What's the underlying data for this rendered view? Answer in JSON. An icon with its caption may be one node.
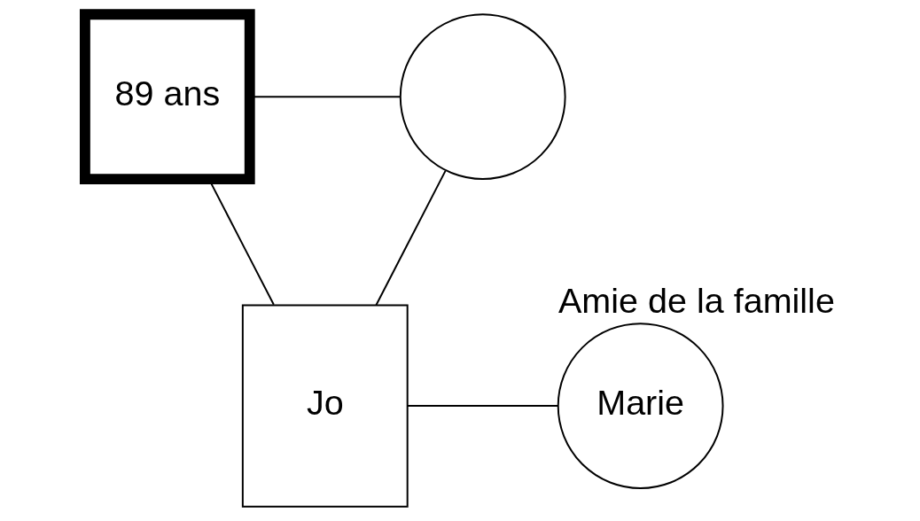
{
  "diagram": {
    "nodes": [
      {
        "text": [
          "89 ans"
        ]
      },
      {
        "text": [],
        "shape": "circle"
      },
      {
        "text": [
          "Jo"
        ]
      },
      {
        "text": [
          "Marie"
        ],
        "beside": [
          "Amie de la famille"
        ]
      }
    ],
    "edges": [
      {
        "from": 0,
        "to": 1,
        "arrow": "none"
      },
      {
        "from": 0,
        "to": 2,
        "arrow": "none"
      },
      {
        "from": 1,
        "to": 2,
        "arrow": "none"
      },
      {
        "from": 2,
        "to": 3,
        "arrow": "none"
      }
    ]
  }
}
